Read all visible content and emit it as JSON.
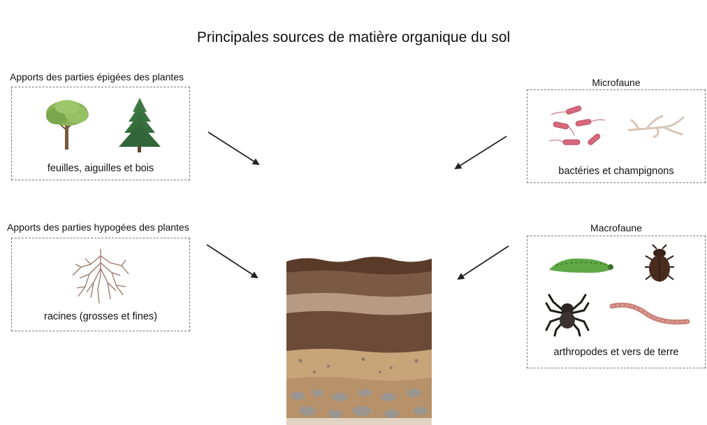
{
  "title": "Principales sources de matière organique du sol",
  "sources": {
    "aerial": {
      "heading": "Apports des parties épigées des plantes",
      "caption": "feuilles, aiguilles et bois",
      "icons": [
        "deciduous-tree-icon",
        "conifer-tree-icon"
      ]
    },
    "underground": {
      "heading": "Apports des parties hypogées des plantes",
      "caption": "racines (grosses et fines)",
      "icons": [
        "roots-icon"
      ]
    },
    "microfauna": {
      "heading": "Microfaune",
      "caption": "bactéries et champignons",
      "icons": [
        "bacteria-icon",
        "fungal-hyphae-icon"
      ]
    },
    "macrofauna": {
      "heading": "Macrofaune",
      "caption": "arthropodes et vers de terre",
      "icons": [
        "caterpillar-icon",
        "beetle-icon",
        "spider-icon",
        "earthworm-icon"
      ]
    }
  },
  "colors": {
    "soil_top": "#5a3a28",
    "soil_mid": "#7a5a45",
    "soil_light": "#b79a84",
    "soil_sand": "#c8a479",
    "gravel": "#9a958f",
    "arrow": "#222222",
    "box_border": "#777777"
  }
}
